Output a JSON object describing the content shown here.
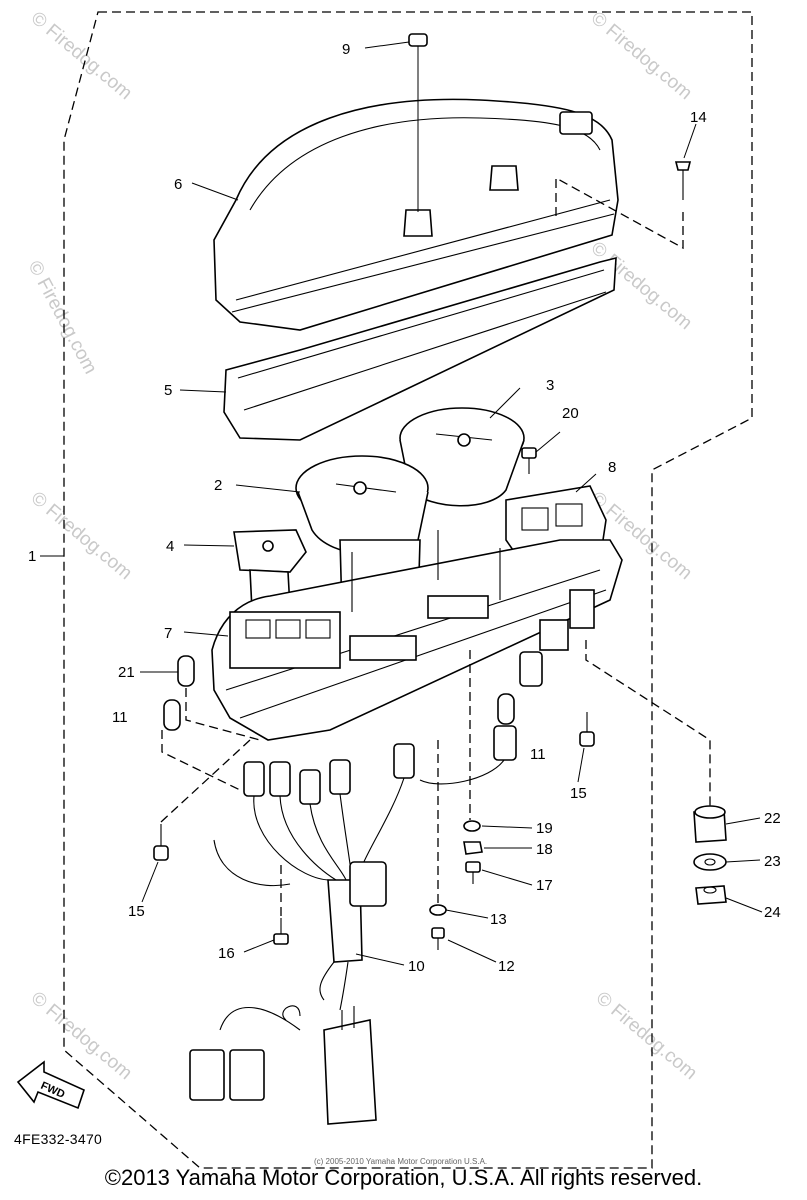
{
  "diagram": {
    "drawing_code": "4FE332-3470",
    "footer_copyright": "©2013 Yamaha Motor Corporation, U.S.A. All rights reserved.",
    "inner_notice": "(c) 2005-2010 Yamaha Motor Corporation  U.S.A.",
    "direction_arrow_label": "FWD",
    "watermark_text": "© Firedog.com",
    "callouts": {
      "c1": "1",
      "c2": "2",
      "c3": "3",
      "c4": "4",
      "c5": "5",
      "c6": "6",
      "c7": "7",
      "c8": "8",
      "c9": "9",
      "c10": "10",
      "c11a": "11",
      "c11b": "11",
      "c12": "12",
      "c13": "13",
      "c14": "14",
      "c15a": "15",
      "c15b": "15",
      "c16": "16",
      "c17": "17",
      "c18": "18",
      "c19": "19",
      "c20": "20",
      "c21": "21",
      "c22": "22",
      "c23": "23",
      "c24": "24"
    }
  }
}
